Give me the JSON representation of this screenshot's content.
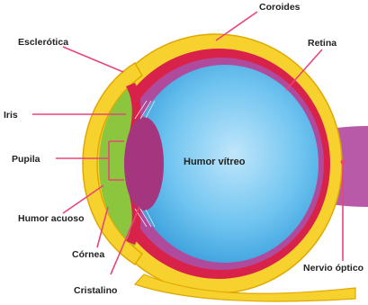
{
  "labels": {
    "coroides": "Coroides",
    "esclerotica": "Esclerótica",
    "retina": "Retina",
    "iris": "Iris",
    "pupila": "Pupila",
    "humor_vitreo": "Humor vítreo",
    "humor_acuoso": "Humor acuoso",
    "cornea": "Córnea",
    "nervio_optico": "Nervio óptico",
    "cristalino": "Cristalino"
  },
  "colors": {
    "sclera": "#f7d22e",
    "sclera_outline": "#e0a800",
    "choroid": "#d9224a",
    "retina": "#b04a9c",
    "vitreous": "#5bb8ec",
    "aqueous": "#8cc63f",
    "lens": "#a3367f",
    "optic_nerve": "#b85aa8",
    "leader": "#e8457a"
  }
}
